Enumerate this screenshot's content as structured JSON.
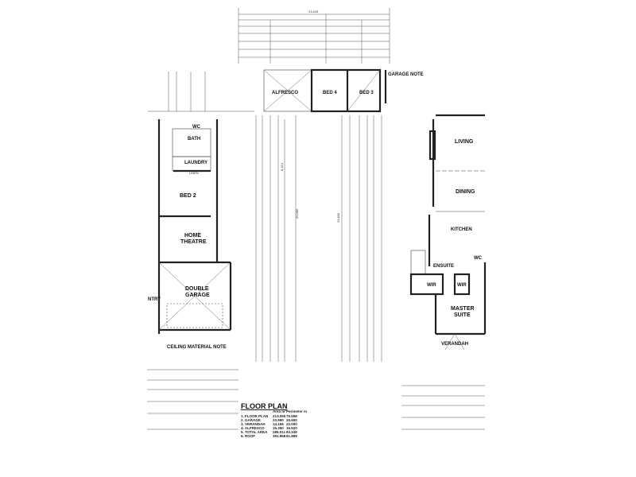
{
  "dimensions": {
    "overall_width": "13,643",
    "left_depth": "8,410",
    "middle_depth": "20,085",
    "right_depth": "23,800"
  },
  "rooms": {
    "alfresco": "ALFRESCO",
    "bed4": "BED 4",
    "bed3": "BED 3",
    "garage_note": "GARAGE NOTE",
    "bath": "BATH",
    "wc_left": "WC",
    "laundry": "LAUNDRY",
    "linen": "LINEN",
    "bed2": "BED 2",
    "home_theatre_1": "HOME",
    "home_theatre_2": "THEATRE",
    "double_garage_1": "DOUBLE",
    "double_garage_2": "GARAGE",
    "entry": "NTRY",
    "ceiling_note": "CEILING MATERIAL NOTE",
    "living": "LIVING",
    "dining": "DINING",
    "kitchen": "KITCHEN",
    "ensuite": "ENSUITE",
    "wir1": "WIR",
    "wir2": "WIR",
    "wc_right": "WC",
    "master_1": "MASTER",
    "master_2": "SUITE",
    "verandah": "VERANDAH"
  },
  "floor_plan_table": {
    "title": "FLOOR PLAN",
    "headers": [
      "Area m²",
      "Perimeter m"
    ],
    "rows": [
      {
        "name": "1. FLOOR PLAN",
        "area": "213.055",
        "perimeter": "75.558"
      },
      {
        "name": "2. GARAGE",
        "area": "33.990",
        "perimeter": "20.600"
      },
      {
        "name": "3. VERANDAH",
        "area": "14.156",
        "perimeter": "22.000"
      },
      {
        "name": "4. ALFRESCO",
        "area": "15.350",
        "perimeter": "16.520"
      },
      {
        "name": "5. TOTAL AREA",
        "area": "285.011",
        "perimeter": "83.249"
      },
      {
        "name": "6. ROOF",
        "area": "391.968",
        "perimeter": "81.899"
      }
    ]
  }
}
